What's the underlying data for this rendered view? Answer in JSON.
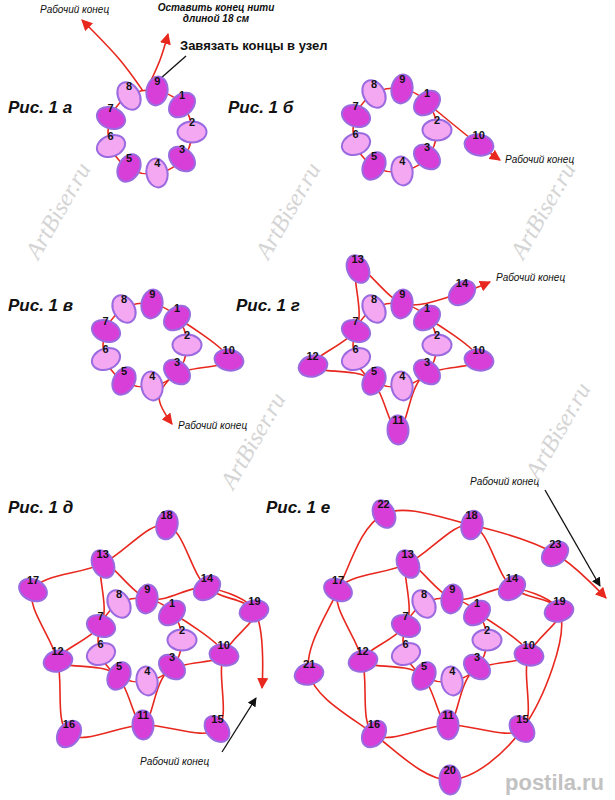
{
  "diagram": {
    "nodes": [
      {
        "text": [
          "1"
        ]
      },
      {
        "text": [
          "2"
        ]
      },
      {
        "text": [
          "3"
        ]
      },
      {
        "text": [
          "4"
        ]
      },
      {
        "text": [
          "5"
        ]
      },
      {
        "text": [
          "6"
        ]
      },
      {
        "text": [
          "7"
        ]
      },
      {
        "text": [
          "8"
        ]
      },
      {
        "text": [
          "9"
        ]
      },
      {
        "text": [
          "1"
        ]
      },
      {
        "text": [
          "2"
        ]
      },
      {
        "text": [
          "3"
        ]
      },
      {
        "text": [
          "4"
        ]
      },
      {
        "text": [
          "5"
        ]
      },
      {
        "text": [
          "6"
        ]
      },
      {
        "text": [
          "7"
        ]
      },
      {
        "text": [
          "8"
        ]
      },
      {
        "text": [
          "9"
        ]
      },
      {
        "text": [
          "10"
        ]
      },
      {
        "text": [
          "1"
        ]
      },
      {
        "text": [
          "2"
        ]
      },
      {
        "text": [
          "3"
        ]
      },
      {
        "text": [
          "4"
        ]
      },
      {
        "text": [
          "5"
        ]
      },
      {
        "text": [
          "6"
        ]
      },
      {
        "text": [
          "7"
        ]
      },
      {
        "text": [
          "8"
        ]
      },
      {
        "text": [
          "9"
        ]
      },
      {
        "text": [
          "10"
        ]
      },
      {
        "text": [
          "1"
        ]
      },
      {
        "text": [
          "2"
        ]
      },
      {
        "text": [
          "3"
        ]
      },
      {
        "text": [
          "4"
        ]
      },
      {
        "text": [
          "5"
        ]
      },
      {
        "text": [
          "6"
        ]
      },
      {
        "text": [
          "7"
        ]
      },
      {
        "text": [
          "8"
        ]
      },
      {
        "text": [
          "9"
        ]
      },
      {
        "text": [
          "10"
        ]
      },
      {
        "text": [
          "11"
        ]
      },
      {
        "text": [
          "12"
        ]
      },
      {
        "text": [
          "13"
        ]
      },
      {
        "text": [
          "14"
        ]
      },
      {
        "text": [
          "1"
        ]
      },
      {
        "text": [
          "2"
        ]
      },
      {
        "text": [
          "3"
        ]
      },
      {
        "text": [
          "4"
        ]
      },
      {
        "text": [
          "5"
        ]
      },
      {
        "text": [
          "6"
        ]
      },
      {
        "text": [
          "7"
        ]
      },
      {
        "text": [
          "8"
        ]
      },
      {
        "text": [
          "9"
        ]
      },
      {
        "text": [
          "10"
        ]
      },
      {
        "text": [
          "11"
        ]
      },
      {
        "text": [
          "12"
        ]
      },
      {
        "text": [
          "13"
        ]
      },
      {
        "text": [
          "14"
        ]
      },
      {
        "text": [
          "15"
        ]
      },
      {
        "text": [
          "16"
        ]
      },
      {
        "text": [
          "17"
        ]
      },
      {
        "text": [
          "18"
        ]
      },
      {
        "text": [
          "19"
        ]
      },
      {
        "text": [
          "1"
        ]
      },
      {
        "text": [
          "2"
        ]
      },
      {
        "text": [
          "3"
        ]
      },
      {
        "text": [
          "4"
        ]
      },
      {
        "text": [
          "5"
        ]
      },
      {
        "text": [
          "6"
        ]
      },
      {
        "text": [
          "7"
        ]
      },
      {
        "text": [
          "8"
        ]
      },
      {
        "text": [
          "9"
        ]
      },
      {
        "text": [
          "10"
        ]
      },
      {
        "text": [
          "11"
        ]
      },
      {
        "text": [
          "12"
        ]
      },
      {
        "text": [
          "13"
        ]
      },
      {
        "text": [
          "14"
        ]
      },
      {
        "text": [
          "15"
        ]
      },
      {
        "text": [
          "16"
        ]
      },
      {
        "text": [
          "17"
        ]
      },
      {
        "text": [
          "18"
        ]
      },
      {
        "text": [
          "19"
        ]
      },
      {
        "text": [
          "20"
        ]
      },
      {
        "text": [
          "21"
        ]
      },
      {
        "text": [
          "22"
        ]
      },
      {
        "text": [
          "23"
        ]
      }
    ],
    "labels": [
      "Рабочий конец",
      "Оставить конец нити длиной 18 см",
      "Завязать концы в узел",
      "Рис. 1 а",
      "Рис. 1 б",
      "Рабочий конец",
      "Рис. 1 в",
      "Рабочий конец",
      "Рис. 1 г",
      "Рабочий конец",
      "Рис. 1 д",
      "Рабочий конец",
      "Рис. 1 е",
      "Рабочий конец",
      "ArtBiser.ru",
      "ArtBiser.ru",
      "ArtBiser.ru",
      "ArtBiser.ru",
      "ArtBiser.ru",
      "postila.ru"
    ]
  }
}
